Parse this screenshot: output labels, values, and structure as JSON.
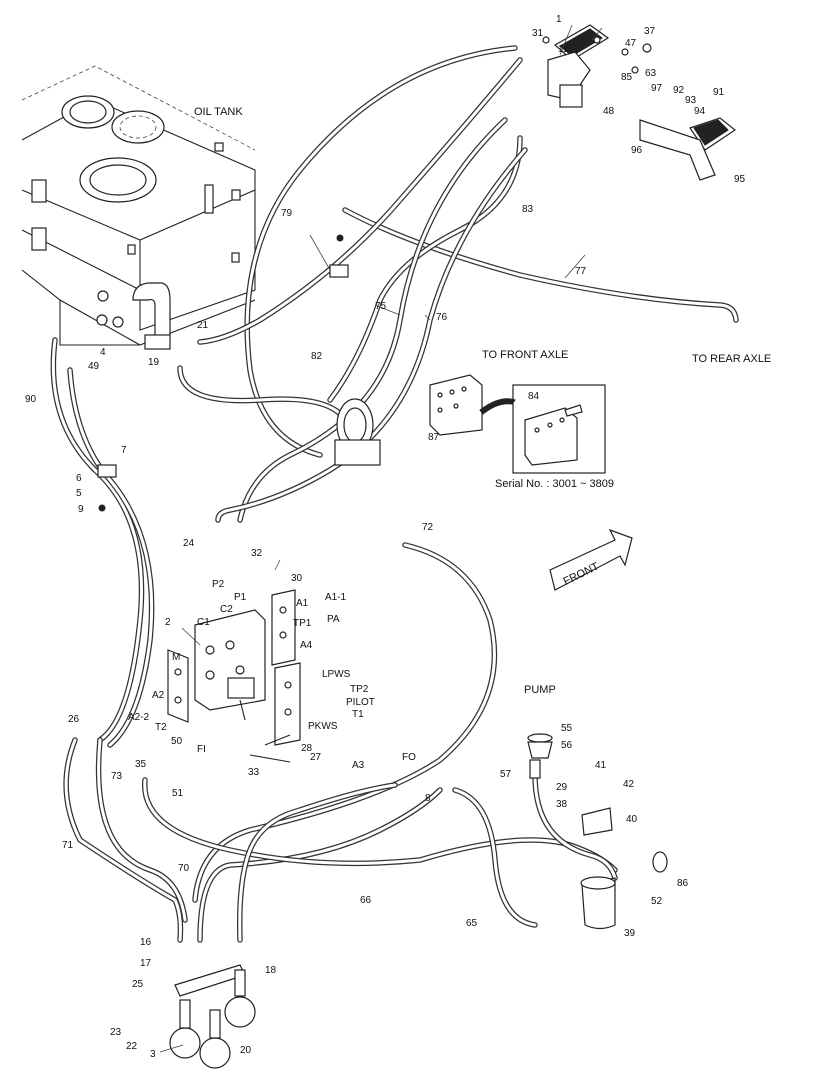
{
  "texts": {
    "oil_tank": "OIL TANK",
    "to_front_axle": "TO FRONT AXLE",
    "to_rear_axle": "TO REAR AXLE",
    "serial": "Serial No. : 3001 ~ 3809",
    "front": "FRONT",
    "pump": "PUMP"
  },
  "port_labels": [
    "P2",
    "P1",
    "C1",
    "C2",
    "M",
    "A2",
    "A2-2",
    "T2",
    "FI",
    "A1",
    "A1-1",
    "TP1",
    "PA",
    "A4",
    "LPWS",
    "TP2",
    "PILOT",
    "T1",
    "PKWS",
    "FO",
    "A3"
  ],
  "part_labels": [
    "1",
    "2",
    "3",
    "4",
    "5",
    "6",
    "7",
    "8",
    "9",
    "11",
    "16",
    "17",
    "18",
    "19",
    "20",
    "21",
    "22",
    "23",
    "24",
    "25",
    "26",
    "27",
    "28",
    "29",
    "30",
    "31",
    "32",
    "33",
    "35",
    "37",
    "38",
    "39",
    "40",
    "41",
    "42",
    "47",
    "48",
    "49",
    "50",
    "51",
    "52",
    "55",
    "56",
    "57",
    "63",
    "65",
    "66",
    "70",
    "71",
    "72",
    "73",
    "75",
    "76",
    "77",
    "79",
    "82",
    "83",
    "84",
    "85",
    "86",
    "87",
    "90",
    "91",
    "92",
    "93",
    "94",
    "95",
    "96",
    "97"
  ],
  "colors": {
    "ink": "#222222",
    "paper": "#ffffff",
    "detail_fill": "#d9d9d9"
  }
}
